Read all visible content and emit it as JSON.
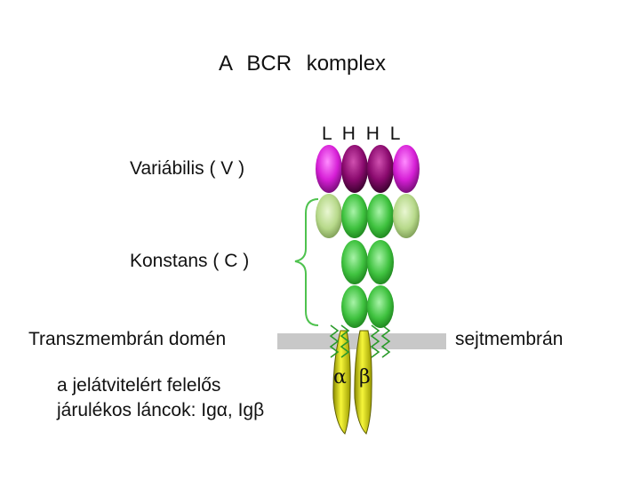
{
  "title": "A   BCR  komplex",
  "chain_labels": "L  H H  L",
  "labels": {
    "variable": "Variábilis ( V )",
    "constant": "Konstans  ( C )",
    "transmembrane": "Transzmembrán domén",
    "membrane": "sejtmembrán",
    "signal_line1": "a jelátvitelért felelős",
    "signal_line2": "járulékos láncok: Igα, Igβ"
  },
  "accessory": {
    "alpha": "α",
    "beta": "β"
  },
  "colors": {
    "variable_light_chain": "#d61fd6",
    "variable_heavy_chain": "#8a0a6e",
    "constant_light_chain": "#b7d98a",
    "constant_heavy_chain": "#3fc23f",
    "membrane": "#c8c8c8",
    "accessory_chain": "#ecec10",
    "bracket": "#4ec24e"
  }
}
